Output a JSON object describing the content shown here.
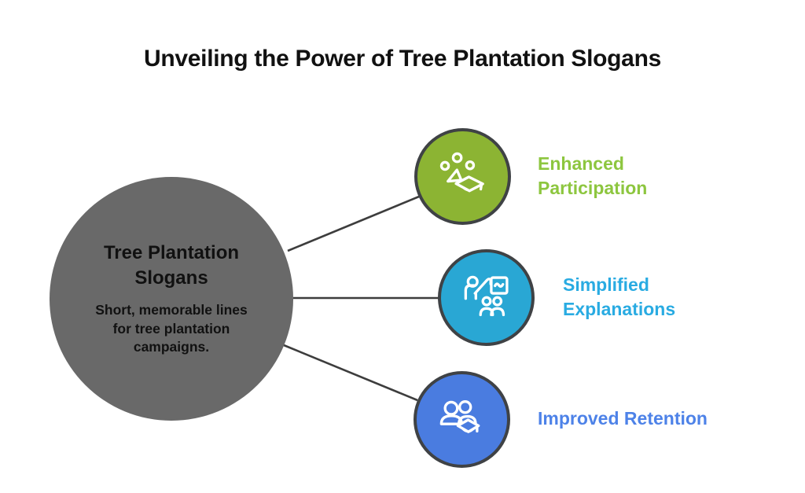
{
  "title": "Unveiling the Power of Tree Plantation Slogans",
  "hub": {
    "title": "Tree Plantation\nSlogans",
    "description": "Short, memorable lines\nfor tree plantation\ncampaigns."
  },
  "nodes": [
    {
      "id": "enhanced-participation",
      "label": "Enhanced\nParticipation",
      "icon": "group-graduation-icon",
      "fill": "#8cb433",
      "text_color": "#8dc63f"
    },
    {
      "id": "simplified-explanations",
      "label": "Simplified\nExplanations",
      "icon": "teacher-presentation-icon",
      "fill": "#29a7d4",
      "text_color": "#29abe2"
    },
    {
      "id": "improved-retention",
      "label": "Improved Retention",
      "icon": "people-graduation-icon",
      "fill": "#4a7ce0",
      "text_color": "#4d82e8"
    }
  ],
  "colors": {
    "background": "#ffffff",
    "title-text": "#111111",
    "hub-fill": "#696969",
    "hub-text": "#111111",
    "node-ring": "#3f4245",
    "connector": "#3d3d3d",
    "icon-stroke": "#ffffff",
    "green-fill": "#8cb433",
    "green-text": "#8dc63f",
    "cyan-fill": "#29a7d4",
    "cyan-text": "#29abe2",
    "blue-fill": "#4a7ce0",
    "blue-text": "#4d82e8"
  }
}
